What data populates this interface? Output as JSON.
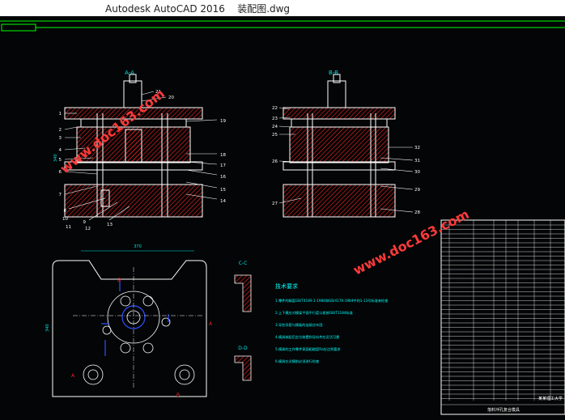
{
  "window": {
    "title": "Autodesk AutoCAD 2016",
    "file": "装配图.dwg"
  },
  "watermark": "www.doc163.com",
  "drawing": {
    "main_view_label": "A-A",
    "side_view_label": "B-B",
    "section_c_label": "C-C",
    "section_d_label": "D-D",
    "width_dim": "370",
    "height_dim": "340",
    "tech_requirements_title": "技术要求",
    "tech_requirements": [
      "1.零件的精度GB/T4169.1-1984和GB/4170-1984中的1-13号标准来检查",
      "2.上下模应对模架平面平行度公差按GB/T1184标准",
      "3.导柱导套与模板的连接应牢固",
      "4.模具装配后定位装置和导向件应灵活可靠",
      "5.模具的工作零件表面粗糙度Ra应达到要求",
      "6.模具在试模前必须进行检查"
    ],
    "table_title": "落料冲孔复合模具",
    "table_school": "某某理工大学",
    "part_numbers_left": [
      "1",
      "2",
      "3",
      "4",
      "5",
      "6",
      "7",
      "8",
      "9",
      "10",
      "11",
      "12",
      "13"
    ],
    "part_numbers_right": [
      "14",
      "15",
      "16",
      "17",
      "18",
      "19",
      "20",
      "21"
    ],
    "part_numbers_side": [
      "22",
      "23",
      "24",
      "25",
      "26",
      "27",
      "28",
      "29",
      "30",
      "31",
      "32"
    ],
    "section_labels": [
      "A",
      "A",
      "B",
      "B"
    ]
  },
  "colors": {
    "line": "#ffffff",
    "hatch": "#ff2020",
    "dim": "#00e5e5",
    "cyan": "#00ffff",
    "blue": "#3050ff",
    "green": "#00ff00",
    "watermark": "#ff3a3a"
  }
}
